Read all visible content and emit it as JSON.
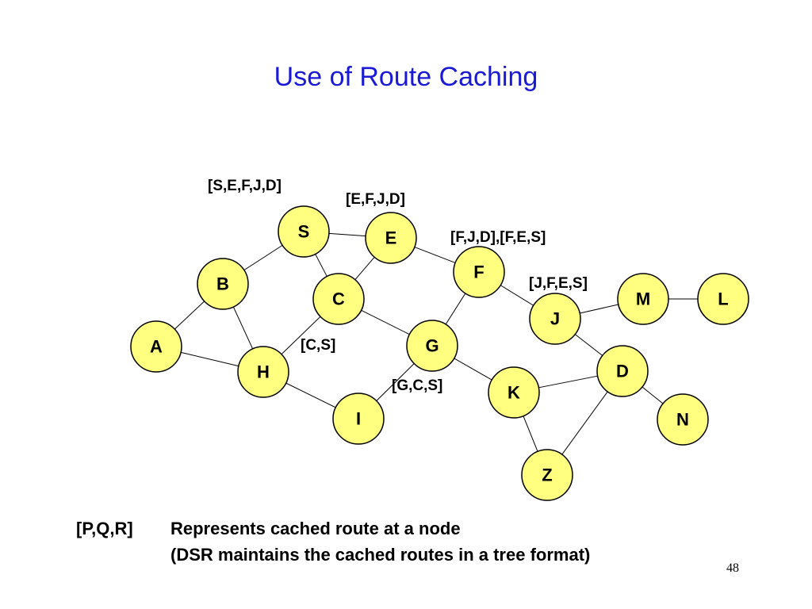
{
  "slide": {
    "title": "Use of Route Caching",
    "page_number": "48"
  },
  "graph": {
    "nodes": [
      {
        "id": "S",
        "label": "S"
      },
      {
        "id": "E",
        "label": "E"
      },
      {
        "id": "F",
        "label": "F"
      },
      {
        "id": "B",
        "label": "B"
      },
      {
        "id": "C",
        "label": "C"
      },
      {
        "id": "M",
        "label": "M"
      },
      {
        "id": "L",
        "label": "L"
      },
      {
        "id": "J",
        "label": "J"
      },
      {
        "id": "A",
        "label": "A"
      },
      {
        "id": "G",
        "label": "G"
      },
      {
        "id": "H",
        "label": "H"
      },
      {
        "id": "D",
        "label": "D"
      },
      {
        "id": "K",
        "label": "K"
      },
      {
        "id": "I",
        "label": "I"
      },
      {
        "id": "N",
        "label": "N"
      },
      {
        "id": "Z",
        "label": "Z"
      }
    ],
    "edges": [
      [
        "S",
        "E"
      ],
      [
        "S",
        "B"
      ],
      [
        "S",
        "C"
      ],
      [
        "E",
        "C"
      ],
      [
        "E",
        "F"
      ],
      [
        "B",
        "A"
      ],
      [
        "B",
        "H"
      ],
      [
        "A",
        "H"
      ],
      [
        "C",
        "H"
      ],
      [
        "C",
        "G"
      ],
      [
        "F",
        "G"
      ],
      [
        "F",
        "J"
      ],
      [
        "J",
        "M"
      ],
      [
        "M",
        "L"
      ],
      [
        "J",
        "D"
      ],
      [
        "H",
        "I"
      ],
      [
        "G",
        "I"
      ],
      [
        "G",
        "K"
      ],
      [
        "K",
        "D"
      ],
      [
        "K",
        "Z"
      ],
      [
        "D",
        "Z"
      ],
      [
        "D",
        "N"
      ]
    ],
    "route_caches": [
      {
        "node": "S",
        "text": "[S,E,F,J,D]"
      },
      {
        "node": "E",
        "text": "[E,F,J,D]"
      },
      {
        "node": "F",
        "text": "[F,J,D],[F,E,S]"
      },
      {
        "node": "J",
        "text": "[J,F,E,S]"
      },
      {
        "node": "C",
        "text": "[C,S]"
      },
      {
        "node": "G",
        "text": "[G,C,S]"
      }
    ]
  },
  "legend": {
    "key": "[P,Q,R]",
    "line1": "Represents cached route at a node",
    "line2": "(DSR maintains the cached routes in a tree format)"
  },
  "colors": {
    "title": "#1a1ad6",
    "node_fill": "#ffff80"
  }
}
